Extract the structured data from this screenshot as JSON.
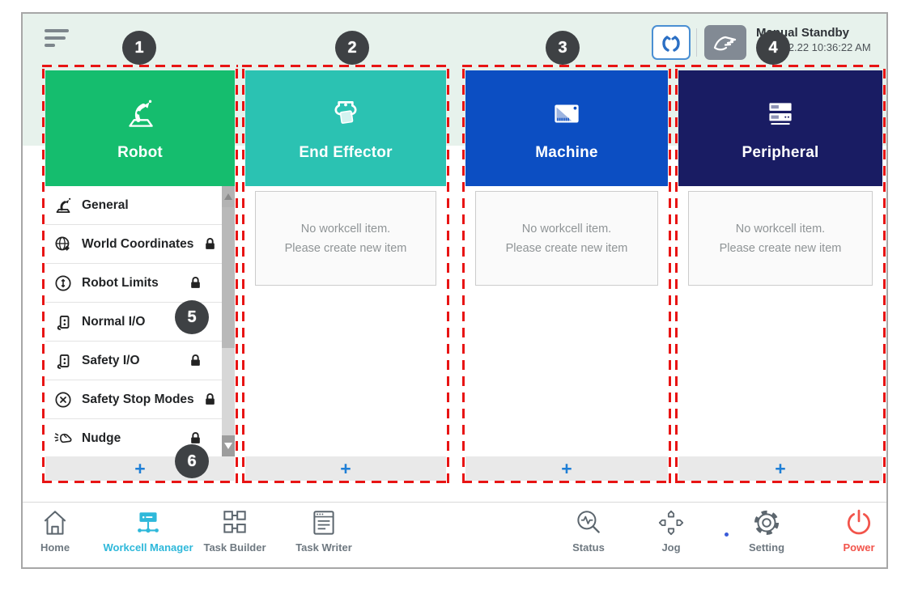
{
  "topbar": {
    "status_title": "Manual Standby",
    "status_datetime": "2022.02.22 10:36:22 AM"
  },
  "columns": [
    {
      "title": "Robot",
      "header_color": "#15bd6e",
      "icon": "robot-icon",
      "add_label": "+",
      "items": [
        {
          "label": "General",
          "icon": "robot-arm-icon",
          "locked": false
        },
        {
          "label": "World Coordinates",
          "icon": "world-coordinates-icon",
          "locked": true
        },
        {
          "label": "Robot Limits",
          "icon": "robot-limits-icon",
          "locked": true
        },
        {
          "label": "Normal I/O",
          "icon": "io-icon",
          "locked": false
        },
        {
          "label": "Safety I/O",
          "icon": "io-icon",
          "locked": true
        },
        {
          "label": "Safety Stop Modes",
          "icon": "safety-stop-icon",
          "locked": true
        },
        {
          "label": "Nudge",
          "icon": "nudge-icon",
          "locked": true
        }
      ]
    },
    {
      "title": "End Effector",
      "header_color": "#2bc2b2",
      "icon": "end-effector-icon",
      "add_label": "+",
      "placeholder": {
        "line1": "No workcell item.",
        "line2": "Please create new item"
      }
    },
    {
      "title": "Machine",
      "header_color": "#0c4ec2",
      "icon": "machine-icon",
      "add_label": "+",
      "placeholder": {
        "line1": "No workcell item.",
        "line2": "Please create new item"
      }
    },
    {
      "title": "Peripheral",
      "header_color": "#191c63",
      "icon": "peripheral-icon",
      "add_label": "+",
      "placeholder": {
        "line1": "No workcell item.",
        "line2": "Please create new item"
      }
    }
  ],
  "annotations": {
    "badges": [
      "1",
      "2",
      "3",
      "4",
      "5",
      "6"
    ]
  },
  "nav": [
    {
      "label": "Home"
    },
    {
      "label": "Workcell Manager",
      "active": true
    },
    {
      "label": "Task Builder"
    },
    {
      "label": "Task Writer"
    },
    {
      "label": "Status"
    },
    {
      "label": "Jog"
    },
    {
      "label": "Setting"
    },
    {
      "label": "Power",
      "power": true
    }
  ],
  "colors": {
    "top_band": "#e7f2ec",
    "robot_green": "#15bd6e",
    "end_effector_teal": "#2bc2b2",
    "machine_blue": "#0c4ec2",
    "peripheral_navy": "#191c63",
    "annotation_red": "#e81414",
    "badge_bg": "#3e4144",
    "plus_blue": "#1f7fd6",
    "nav_active_cyan": "#2eb8da",
    "power_red": "#f2544b"
  }
}
